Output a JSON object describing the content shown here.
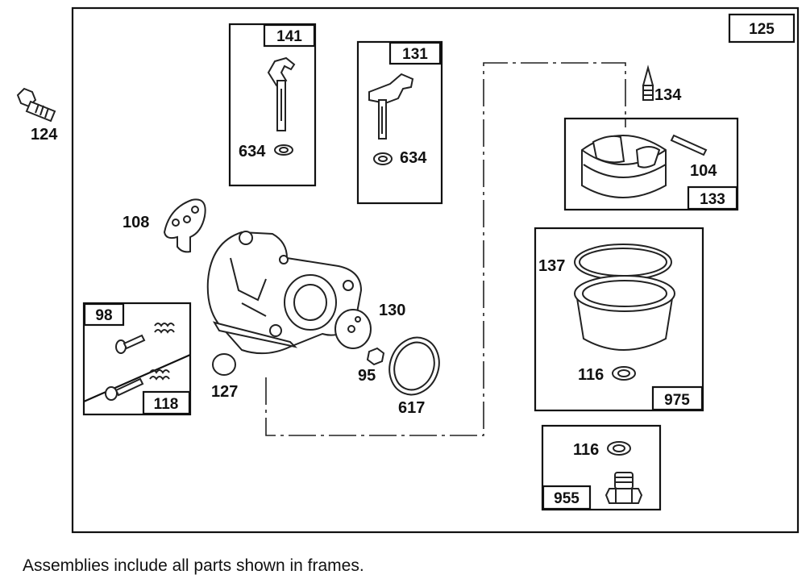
{
  "frames": {
    "f125": "125",
    "f141": "141",
    "f131": "131",
    "f133": "133",
    "f975": "975",
    "f98": "98",
    "f118": "118",
    "f955": "955"
  },
  "labels": {
    "p124": "124",
    "p634a": "634",
    "p634b": "634",
    "p134": "134",
    "p104": "104",
    "p108": "108",
    "p137": "137",
    "p130": "130",
    "p95": "95",
    "p617": "617",
    "p127": "127",
    "p116a": "116",
    "p116b": "116"
  },
  "footer": "Assemblies include all parts shown in frames."
}
